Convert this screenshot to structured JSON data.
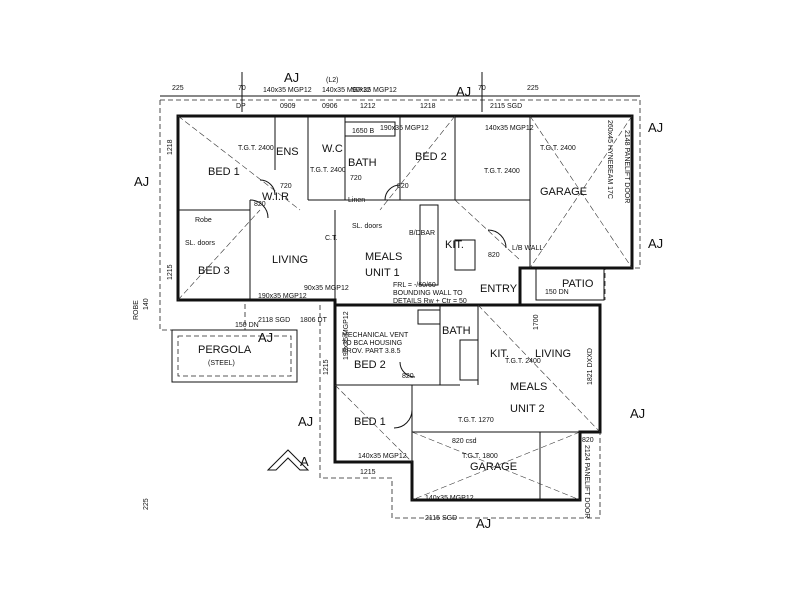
{
  "rooms": {
    "bed1_u1": "BED 1",
    "ens": "ENS",
    "wc": "W.C",
    "bath_u1": "BATH",
    "bath_dim": "1650 B",
    "bed2_u1": "BED 2",
    "garage_u1": "GARAGE",
    "wir": "W.I.R",
    "robe": "Robe",
    "linen": "Linen",
    "bed3": "BED 3",
    "living_u1": "LIVING",
    "meals_u1": "MEALS",
    "unit1": "UNIT 1",
    "kit_u1": "KIT.",
    "entry": "ENTRY",
    "patio": "PATIO",
    "pergola": "PERGOLA",
    "steel": "(STEEL)",
    "bath_u2": "BATH",
    "kit_u2": "KIT.",
    "living_u2": "LIVING",
    "bed2_u2": "BED 2",
    "meals_u2": "MEALS",
    "unit2": "UNIT 2",
    "bed1_u2": "BED 1",
    "garage_u2": "GARAGE"
  },
  "notes": {
    "frl1": "FRL = -/60/60",
    "frl2": "BOUNDING WALL TO",
    "frl3": "DETAILS Rw + Ctr = 50",
    "vent1": "MECHANICAL VENT",
    "vent2": "TO BCA HOUSING",
    "vent3": "PROV. PART 3.8.5",
    "sl_doors1": "SL. doors",
    "sl_doors2": "SL. doors",
    "ct1": "C.T.",
    "lb_wall": "L/B WALL",
    "bdbar": "B/DBAR",
    "panelift1": "2148 PANELIFT DOOR",
    "panelift2": "2124 PANELIFT DOOR",
    "hyne": "260x45 HYNEBEAM 17C",
    "csd": "820 csd"
  },
  "dimensions": {
    "top_225": "225",
    "top_70a": "70",
    "top_70b": "70",
    "top_225b": "225",
    "l2": "(L2)",
    "mgp_a": "140x35 MGP12",
    "mgp_b": "140x35 MGP12",
    "mgp_c": "90x35 MGP12",
    "d0909": "0909",
    "d0906": "0906",
    "d1212": "1212",
    "d1218": "1218",
    "sgd_top": "2115 SGD",
    "dp1": "DP",
    "mgp_d": "140x35 MGP12",
    "mgp_e": "190x35 MGP12",
    "tgt1": "T.G.T. 2400",
    "tgt2": "T.G.T. 2400",
    "tgt3": "T.G.T. 2400",
    "tgt4": "T.G.T. 2400",
    "tgt5": "T.G.T. 2400",
    "tgt6": "T.G.T. 1270",
    "tgt7": "T.G.T. 1800",
    "d1218v": "1218",
    "d1215v": "1215",
    "d820a": "820",
    "d820b": "820",
    "d820c": "820",
    "d820d": "820",
    "d820e": "820",
    "d720a": "720",
    "d720b": "720",
    "d2118": "2118 SGD",
    "d1806": "1806 DT",
    "d190mgp": "190x35 MGP12",
    "d90mgp": "90x35 MGP12",
    "d150dn": "150 DN",
    "d150dn2": "150 DN",
    "d1700": "1700",
    "d1821": "1821 DXXD",
    "d1215b": "1215",
    "d1215c": "1215",
    "robe_side": "ROBE",
    "d140": "140",
    "d2115": "2115 SGD",
    "d225b": "225",
    "mgp_f": "140x35 MGP12",
    "mgp_g": "140x35 MGP12",
    "d190mgp2": "190x35 MGP12",
    "aj": "AJ",
    "north": "A"
  }
}
